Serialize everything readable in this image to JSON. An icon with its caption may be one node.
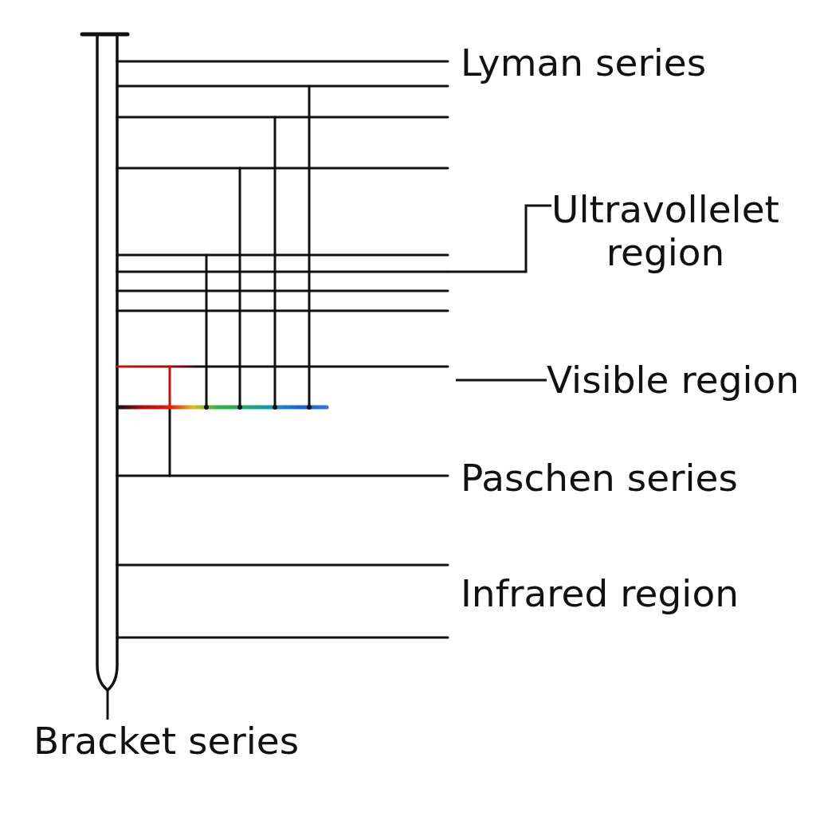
{
  "diagram": {
    "nodes": [
      {
        "text": [
          "Ultravollelet region"
        ]
      },
      {
        "text": [
          "Visible region"
        ]
      },
      {
        "text": [
          "Bracket series"
        ]
      }
    ],
    "edges": [
      {
        "from": 0,
        "to": null,
        "arrow": "none"
      },
      {
        "from": 1,
        "to": null,
        "arrow": "none"
      },
      {
        "from": 2,
        "to": null,
        "arrow": "none"
      }
    ],
    "labels": [
      "Lyman series",
      "Paschen series",
      "Infrared region"
    ]
  }
}
